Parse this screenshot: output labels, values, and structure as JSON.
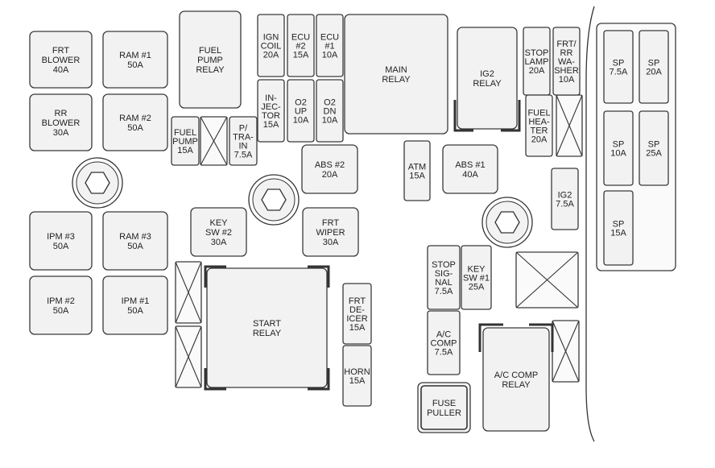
{
  "fuses": [
    {
      "id": "frt-blower",
      "text": "FRT\nBLOWER\n40A"
    },
    {
      "id": "ram-1",
      "text": "RAM #1\n50A"
    },
    {
      "id": "rr-blower",
      "text": "RR\nBLOWER\n30A"
    },
    {
      "id": "ram-2",
      "text": "RAM #2\n50A"
    },
    {
      "id": "ipm-3",
      "text": "IPM #3\n50A"
    },
    {
      "id": "ram-3",
      "text": "RAM #3\n50A"
    },
    {
      "id": "ipm-2",
      "text": "IPM #2\n50A"
    },
    {
      "id": "ipm-1",
      "text": "IPM #1\n50A"
    },
    {
      "id": "fuel-pump-relay",
      "text": "FUEL\nPUMP\nRELAY"
    },
    {
      "id": "ign-coil",
      "text": "IGN\nCOIL\n20A"
    },
    {
      "id": "ecu-2",
      "text": "ECU\n#2\n15A"
    },
    {
      "id": "ecu-1",
      "text": "ECU\n#1\n10A"
    },
    {
      "id": "injector",
      "text": "IN-\nJEC-\nTOR\n15A"
    },
    {
      "id": "o2-up",
      "text": "O2\nUP\n10A"
    },
    {
      "id": "o2-dn",
      "text": "O2\nDN\n10A"
    },
    {
      "id": "fuel-pump",
      "text": "FUEL\nPUMP\n15A"
    },
    {
      "id": "p-train",
      "text": "P/\nTRA-\nIN\n7.5A"
    },
    {
      "id": "abs-2",
      "text": "ABS #2\n20A"
    },
    {
      "id": "key-sw-2",
      "text": "KEY\nSW #2\n30A"
    },
    {
      "id": "frt-wiper",
      "text": "FRT\nWIPER\n30A"
    },
    {
      "id": "main-relay",
      "text": "MAIN\nRELAY"
    },
    {
      "id": "ig2-relay",
      "text": "IG2\nRELAY"
    },
    {
      "id": "stop-lamp",
      "text": "STOP\nLAMP\n20A"
    },
    {
      "id": "frt-rr-washer",
      "text": "FRT/\nRR\nWA-\nSHER\n10A"
    },
    {
      "id": "fuel-heater",
      "text": "FUEL\nHEA-\nTER\n20A"
    },
    {
      "id": "atm",
      "text": "ATM\n15A"
    },
    {
      "id": "abs-1",
      "text": "ABS #1\n40A"
    },
    {
      "id": "ig2",
      "text": "IG2\n7.5A"
    },
    {
      "id": "stop-signal",
      "text": "STOP\nSIG-\nNAL\n7.5A"
    },
    {
      "id": "key-sw-1",
      "text": "KEY\nSW #1\n25A"
    },
    {
      "id": "a-c-comp",
      "text": "A/C\nCOMP\n7.5A"
    },
    {
      "id": "a-c-comp-relay",
      "text": "A/C COMP\nRELAY"
    },
    {
      "id": "start-relay",
      "text": "START\nRELAY"
    },
    {
      "id": "frt-deicer",
      "text": "FRT\nDE-\nICER\n15A"
    },
    {
      "id": "horn",
      "text": "HORN\n15A"
    },
    {
      "id": "fuse-puller",
      "text": "FUSE\nPULLER"
    },
    {
      "id": "sp-7-5a",
      "text": "SP\n7.5A"
    },
    {
      "id": "sp-20a",
      "text": "SP\n20A"
    },
    {
      "id": "sp-10a",
      "text": "SP\n10A"
    },
    {
      "id": "sp-25a",
      "text": "SP\n25A"
    },
    {
      "id": "sp-15a",
      "text": "SP\n15A"
    }
  ]
}
